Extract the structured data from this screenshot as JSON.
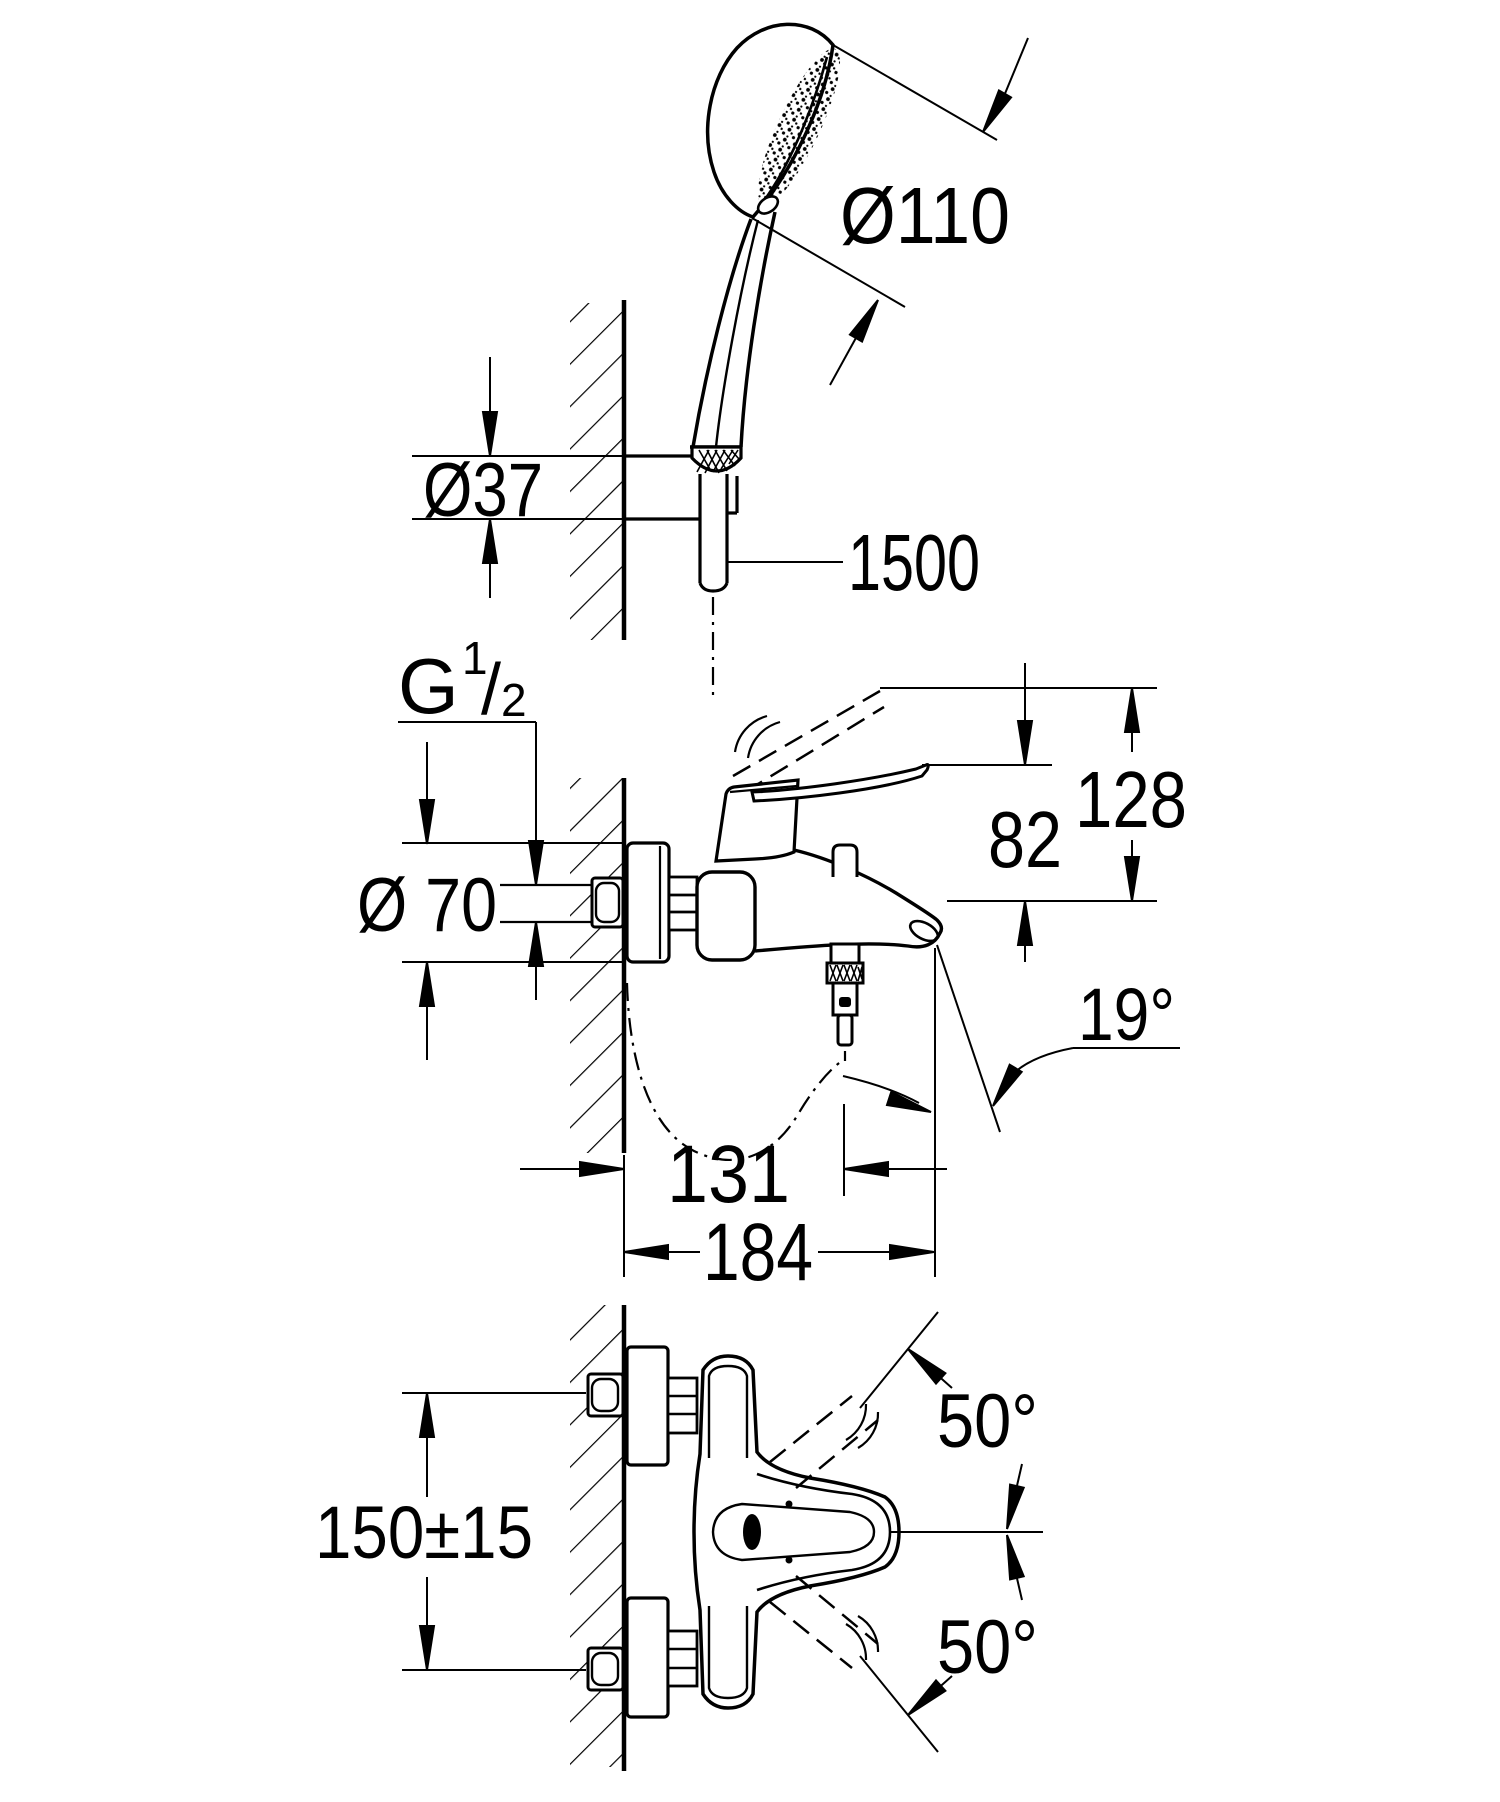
{
  "page": {
    "background": "#ffffff",
    "ink": "#000000"
  },
  "views": {
    "hand_shower": {
      "labels": {
        "head_diameter": "Ø110",
        "holder_diameter": "Ø37",
        "hose_length": "1500"
      }
    },
    "mixer_side": {
      "labels": {
        "thread_g": "G",
        "thread_num": "1",
        "thread_slash": "/",
        "thread_den": "2",
        "rosette_diameter": "Ø 70",
        "lever_height": "82",
        "lever_raised_height": "128",
        "spout_angle": "19°",
        "wall_to_aerator": "131",
        "projection": "184"
      }
    },
    "mixer_plan": {
      "labels": {
        "inlet_spacing": "150±15",
        "lever_swing_up": "50°",
        "lever_swing_down": "50°"
      }
    }
  }
}
